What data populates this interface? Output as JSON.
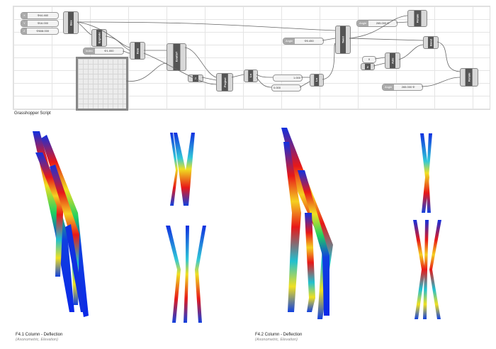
{
  "script": {
    "caption": "Grasshopper Script",
    "sliders": [
      {
        "label": "X",
        "value": "Φ44.460"
      },
      {
        "label": "Y",
        "value": "Φ16.000"
      },
      {
        "label": "Z",
        "value": "Φ608.000"
      },
      {
        "label": "Index",
        "value": "Φ1.000"
      },
      {
        "label": "Angle",
        "value": "Φ0.450"
      },
      {
        "label": "Angle",
        "value": "265.000 Φ"
      },
      {
        "label": "Angle",
        "value": "265.000 Φ"
      }
    ],
    "nodes": [
      "Box",
      "Explode",
      "Item",
      "EvalSrf",
      "Z",
      "Project",
      "Ln",
      "Ln",
      "Twist",
      "Rotate",
      "Bend",
      "Axis",
      "Z",
      "Rotate"
    ],
    "panels": [
      "1.000",
      "0.000",
      "0"
    ]
  },
  "figures": [
    {
      "title": "F4.1 Column - Deflection",
      "subtitle": "(Axonometric, Elevation)"
    },
    {
      "title": "F4.2 Column - Deflection",
      "subtitle": "(Axonometric, Elevation)"
    }
  ]
}
